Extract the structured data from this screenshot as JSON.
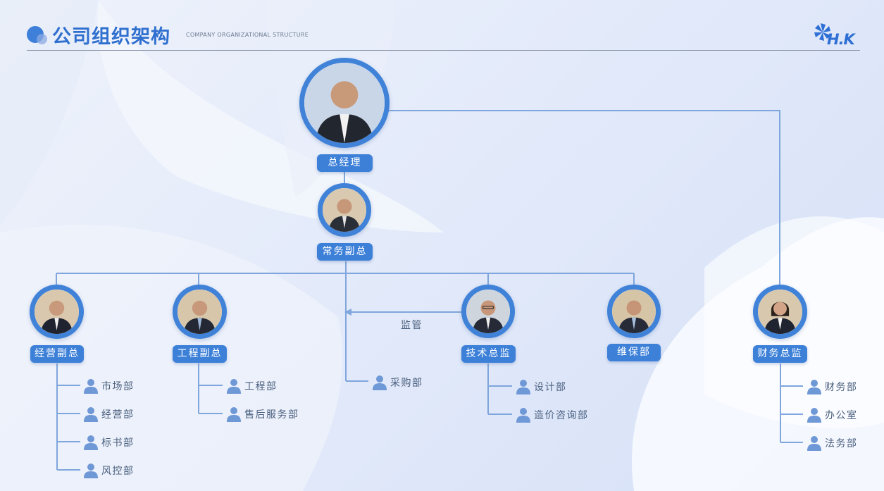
{
  "header": {
    "title": "公司组织架构",
    "subtitle": "COMPANY ORGANIZATIONAL STRUCTURE",
    "logo_text": "H.K"
  },
  "colors": {
    "primary": "#3d80d8",
    "line": "#7fa6dd",
    "text": "#4a5f7e",
    "person_icon": "#6f98d6"
  },
  "roles": {
    "gm": "总经理",
    "exec_vp": "常务副总",
    "ops_vp": "经营副总",
    "eng_vp": "工程副总",
    "tech_director": "技术总监",
    "maintenance": "维保部",
    "finance_director": "财务总监"
  },
  "supervise_label": "监管",
  "departments": {
    "ops": [
      "市场部",
      "经营部",
      "标书部",
      "风控部"
    ],
    "eng": [
      "工程部",
      "售后服务部"
    ],
    "purchasing": "采购部",
    "tech": [
      "设计部",
      "造价咨询部"
    ],
    "finance": [
      "财务部",
      "办公室",
      "法务部"
    ]
  },
  "icons": {
    "person": "person-icon",
    "logo": "pinwheel-logo-icon"
  }
}
